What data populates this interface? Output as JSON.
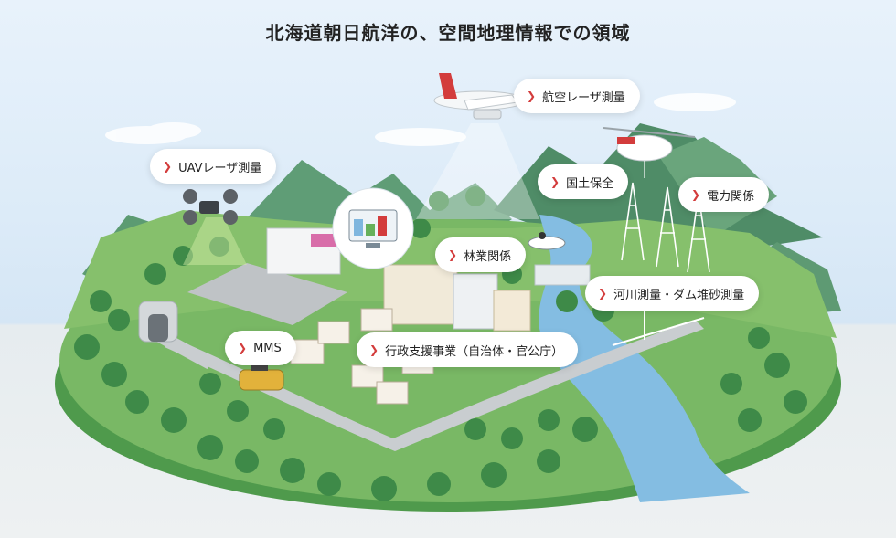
{
  "title": "北海道朝日航洋の、空間地理情報での領域",
  "labels": {
    "aerial_laser": "航空レーザ測量",
    "uav_laser": "UAVレーザ測量",
    "land_conservation": "国土保全",
    "power": "電力関係",
    "forestry": "林業関係",
    "river_dam": "河川測量・ダム堆砂測量",
    "mms": "MMS",
    "admin_support": "行政支援事業（自治体・官公庁）"
  },
  "chevron_icon": "chevron-right-icon",
  "colors": {
    "accent": "#d33c3c",
    "grass": "#67b05a",
    "forest": "#3f8f4a",
    "river": "#7fb6de",
    "sky": "#dcebf8"
  }
}
